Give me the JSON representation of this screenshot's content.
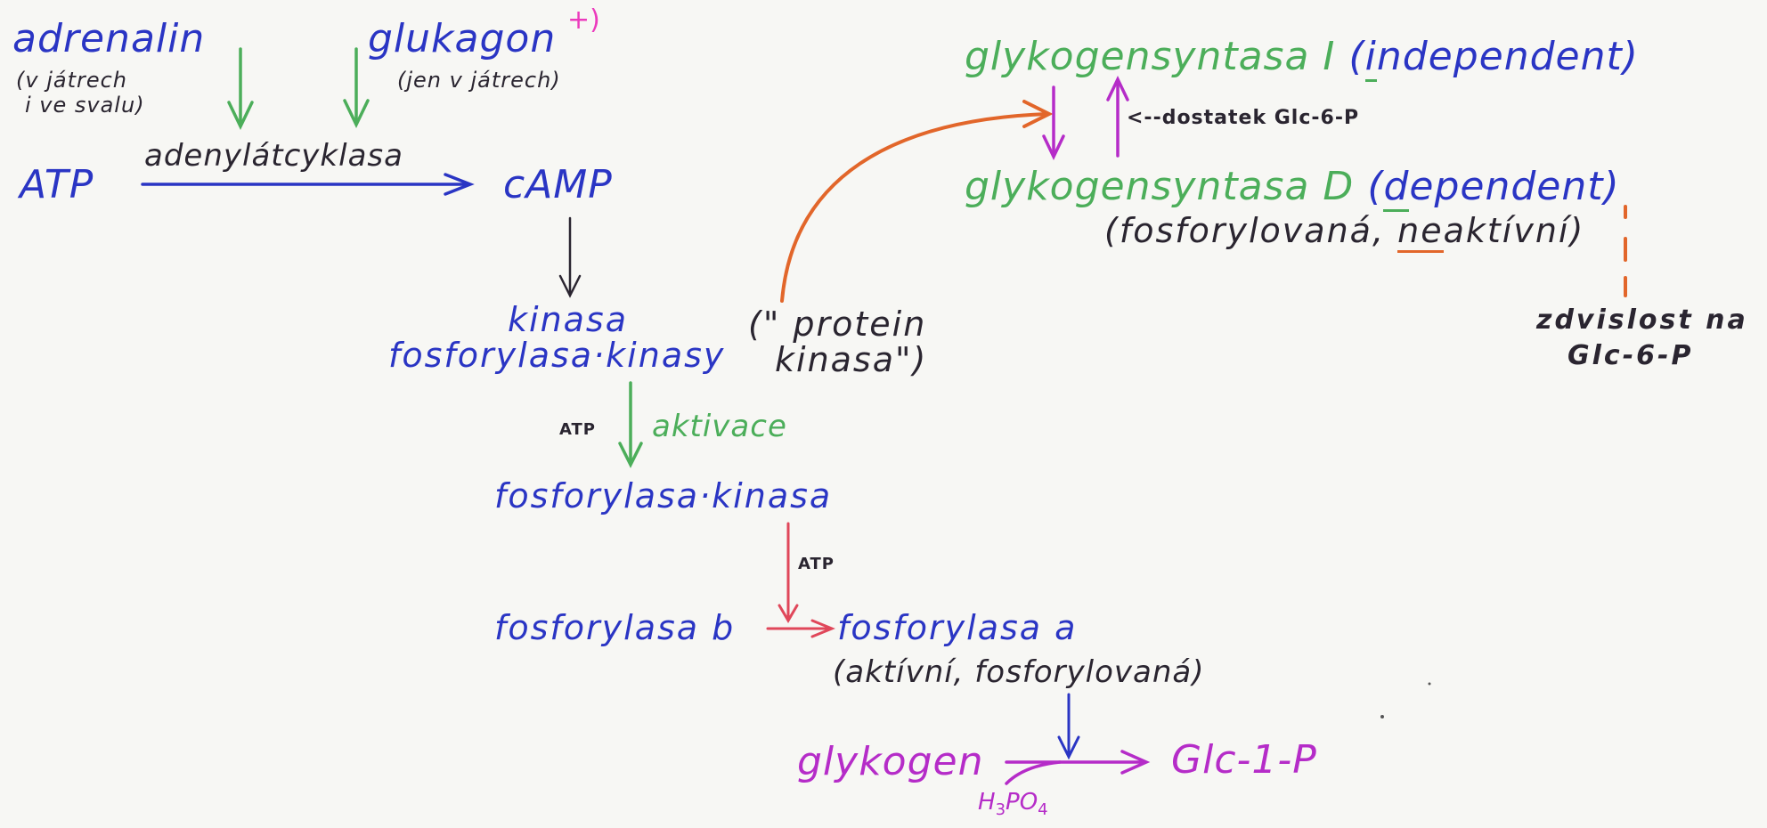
{
  "labels": {
    "adrenalin": "adrenalin",
    "adrenalin_note_1": "(v játrech",
    "adrenalin_note_2": "i ve svalu)",
    "glukagon": "glukagon",
    "glukagon_mark": "+)",
    "glukagon_note": "(jen v játrech)",
    "atp": "ATP",
    "adenylatcyklasa": "adenylátcyklasa",
    "camp": "cAMP",
    "kinasa_1": "kinasa",
    "kinasa_2": "fosforylasa·kinasy",
    "protein_kinasa_1": "(\" protein",
    "protein_kinasa_2": "kinasa\")",
    "atp_small_1": "ATP",
    "aktivace": "aktivace",
    "fosforylasa_kinasa": "fosforylasa·kinasa",
    "atp_small_2": "ATP",
    "fosforylasa_b": "fosforylasa b",
    "fosforylasa_a": "fosforylasa a",
    "fosforylasa_a_note": "(aktívní, fosforylovaná)",
    "glykogen": "glykogen",
    "glc1p": "Glc-1-P",
    "h3po4_h": "H",
    "h3po4_3": "3",
    "h3po4_po": "PO",
    "h3po4_4": "4",
    "gs_i_name": "glykogensyntasa I",
    "gs_i_paren_open": "(",
    "gs_i_letter": "i",
    "gs_i_rest": "ndependent)",
    "dostatek": "<--dostatek Glc-6-P",
    "gs_d_name": "glykogensyntasa D",
    "gs_d_paren_open": "(",
    "gs_d_letter": "d",
    "gs_d_rest": "ependent)",
    "gs_d_note_1": "(fosforylovaná,",
    "gs_d_note_ne": "ne",
    "gs_d_note_2": "aktívní)",
    "zavislost_1": "zdvislost na",
    "zavislost_2": "Glc-6-P"
  },
  "colors": {
    "blue": "#2a35c4",
    "green": "#4cae5a",
    "purple": "#b52cc8",
    "dark": "#2a2530",
    "orange": "#e2662a",
    "red": "#e0475a",
    "pink": "#ec3bbd"
  }
}
